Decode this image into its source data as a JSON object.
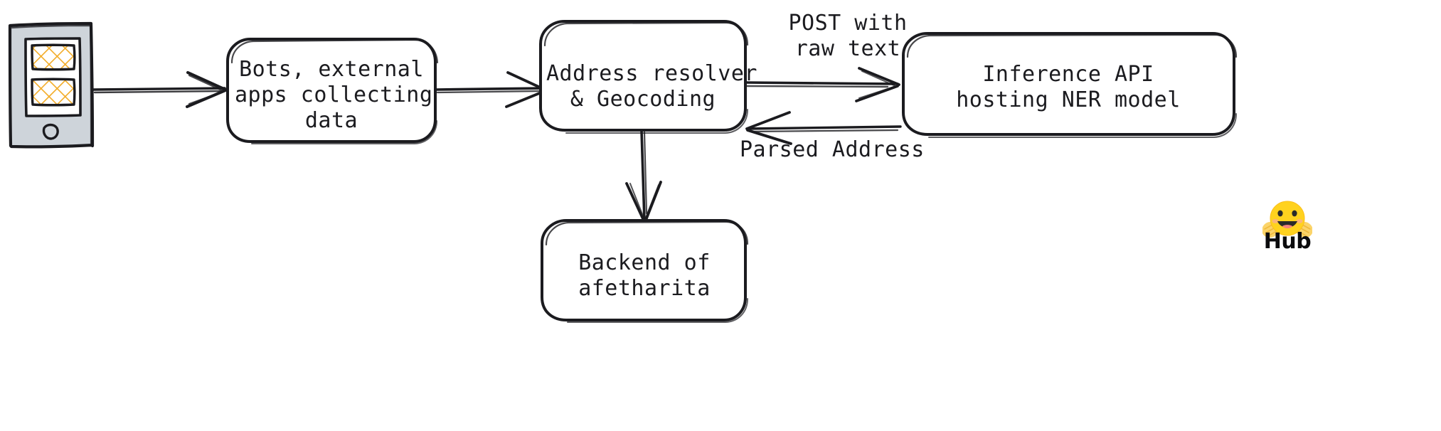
{
  "diagram": {
    "title": "afetharita address parsing pipeline",
    "style": "hand-drawn sketch",
    "background": "#ffffff",
    "stroke_color": "#1b1b1f",
    "accent_color": "#f2ab26",
    "device_body_color": "#ced4da"
  },
  "nodes": [
    {
      "id": "mobile-device",
      "type": "device-illustration",
      "label": "",
      "icon": "mobile-phone-icon"
    },
    {
      "id": "bots-apps",
      "type": "rounded-rect",
      "lines": [
        "Bots, external",
        "apps collecting",
        "data"
      ]
    },
    {
      "id": "address-resolver",
      "type": "rounded-rect",
      "lines": [
        "Address resolver",
        "& Geocoding"
      ]
    },
    {
      "id": "inference-api",
      "type": "rounded-rect",
      "lines": [
        "Inference API",
        "hosting NER model"
      ]
    },
    {
      "id": "backend",
      "type": "rounded-rect",
      "lines": [
        "Backend of",
        "afetharita"
      ]
    }
  ],
  "edges": [
    {
      "id": "device-to-bots",
      "label": ""
    },
    {
      "id": "bots-to-resolver",
      "label": ""
    },
    {
      "id": "resolver-to-inference",
      "label_lines": [
        "POST with",
        "raw text"
      ]
    },
    {
      "id": "inference-to-resolver",
      "label_lines": [
        "Parsed Address"
      ]
    },
    {
      "id": "resolver-to-backend",
      "label": ""
    }
  ],
  "badges": [
    {
      "id": "huggingface-hub",
      "icon": "hugging-face-icon",
      "word": "Hub"
    }
  ]
}
